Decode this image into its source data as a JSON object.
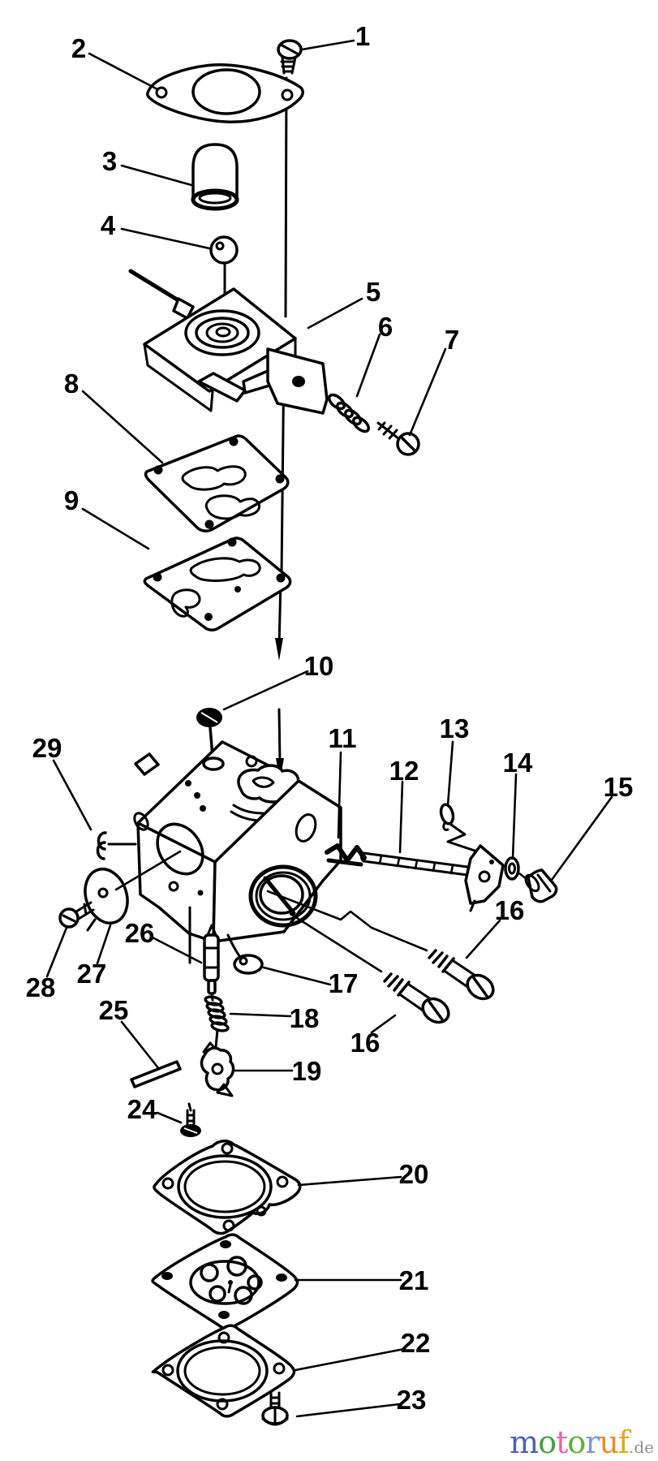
{
  "figure": {
    "type": "exploded-parts-diagram",
    "subject": "carburetor assembly",
    "background": "#ffffff",
    "line_color": "#000000"
  },
  "callouts": [
    {
      "label": "1"
    },
    {
      "label": "2"
    },
    {
      "label": "3"
    },
    {
      "label": "4"
    },
    {
      "label": "5"
    },
    {
      "label": "6"
    },
    {
      "label": "7"
    },
    {
      "label": "8"
    },
    {
      "label": "9"
    },
    {
      "label": "10"
    },
    {
      "label": "11"
    },
    {
      "label": "12"
    },
    {
      "label": "13"
    },
    {
      "label": "14"
    },
    {
      "label": "15"
    },
    {
      "label": "16"
    },
    {
      "label": "16"
    },
    {
      "label": "17"
    },
    {
      "label": "18"
    },
    {
      "label": "19"
    },
    {
      "label": "20"
    },
    {
      "label": "21"
    },
    {
      "label": "22"
    },
    {
      "label": "23"
    },
    {
      "label": "24"
    },
    {
      "label": "25"
    },
    {
      "label": "26"
    },
    {
      "label": "27"
    },
    {
      "label": "28"
    },
    {
      "label": "29"
    }
  ],
  "watermark": {
    "word": "motoruf",
    "letters": [
      {
        "ch": "m",
        "color": "#4a63b0"
      },
      {
        "ch": "o",
        "color": "#3fa040"
      },
      {
        "ch": "t",
        "color": "#e9679f"
      },
      {
        "ch": "o",
        "color": "#5fae3c"
      },
      {
        "ch": "r",
        "color": "#7b97d4"
      },
      {
        "ch": "u",
        "color": "#ec8a28"
      },
      {
        "ch": "f",
        "color": "#e0a818"
      }
    ],
    "suffix": {
      "text": ".de",
      "color": "#909090"
    }
  }
}
